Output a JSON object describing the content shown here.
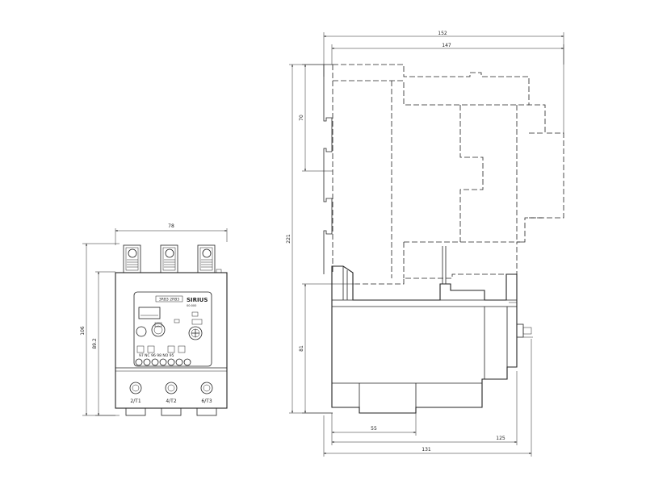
{
  "front_view": {
    "dim_width": "78",
    "dim_height_total": "106",
    "dim_height_body": "89.2",
    "brand": "SIRIUS",
    "model_plate": "3RB3 2RB3",
    "sub_plate": "00:000",
    "terminal_labels": [
      "2/T1",
      "4/T2",
      "6/T3"
    ],
    "dial_labels": "97 NC 96  98 NO 95"
  },
  "side_view": {
    "dim_top_152": "152",
    "dim_top_147": "147",
    "dim_70": "70",
    "dim_221": "221",
    "dim_81": "81",
    "dim_55": "55",
    "dim_125": "125",
    "dim_131": "131"
  }
}
